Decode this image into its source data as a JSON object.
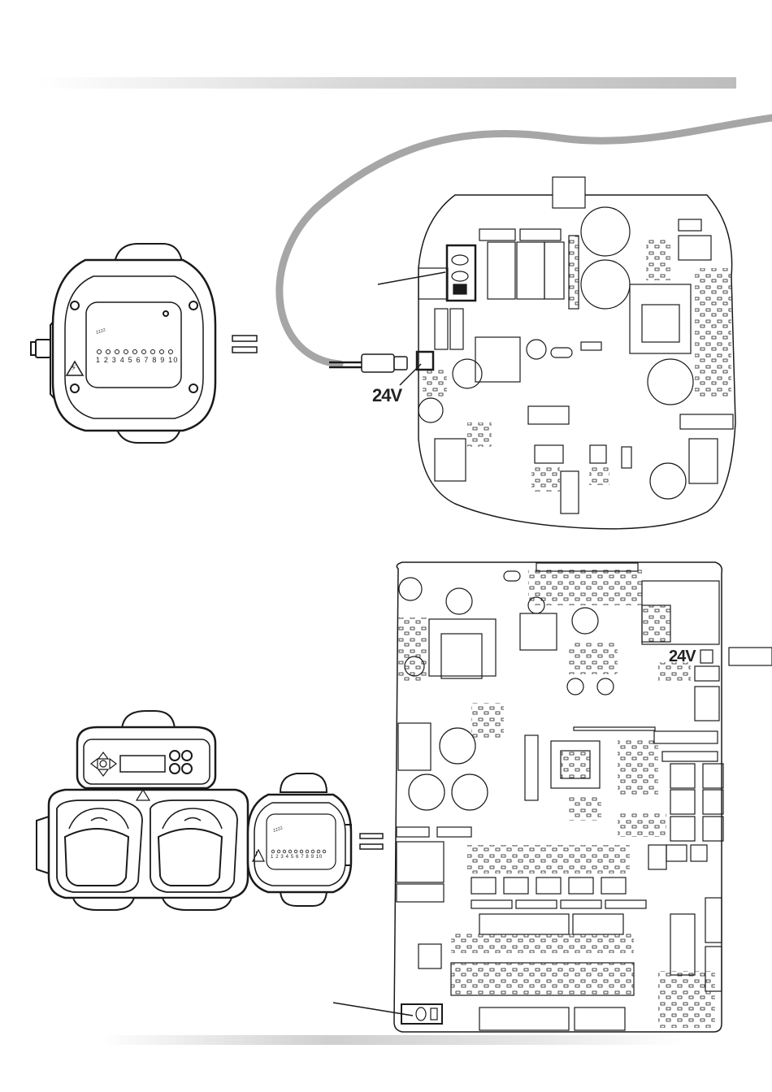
{
  "labels": {
    "voltage_top": "24V",
    "voltage_bottom": "24V",
    "channel_numbers": "1 2 3 4 5 6 7 8 9 10",
    "channel_numbers_small": "1 2 3 4 5 6 7 8 9 10",
    "badge_text": "ZZZZ",
    "badge_text_small": "ZZZZ"
  },
  "icons": [
    "lightning-warning-icon",
    "warning-icon",
    "arrow-up-icon",
    "arrow-down-icon",
    "arrow-left-icon",
    "arrow-right-icon",
    "equals-sign-icon"
  ],
  "colors": {
    "cable": "#a6a6a6",
    "outline": "#1a1a1a",
    "band": "#c8c8c8"
  }
}
